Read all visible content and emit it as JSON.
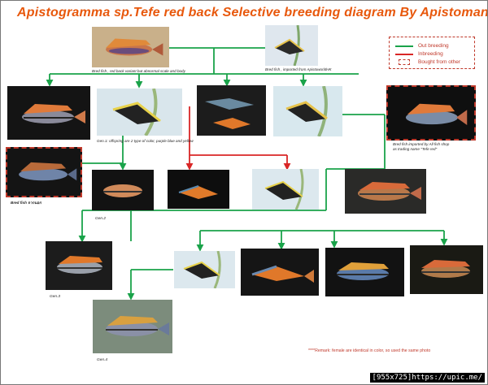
{
  "title": "Apistogramma sp.Tefe red back  Selective breeding diagram By  Apistomania",
  "legend": {
    "items": [
      {
        "label": "Out breeding",
        "color": "#1aa34a",
        "style": "line"
      },
      {
        "label": "Inbreeding",
        "color": "#d92626",
        "style": "line"
      },
      {
        "label": "Bought from other",
        "color": "#c0392b",
        "style": "dashed-box"
      }
    ]
  },
  "captions": {
    "p1": "Bred fish ,  red back variant but abnormal scale and body",
    "p2": "Bred fish ,  imported  from ApistoworldHK",
    "gen1": "Gen.1:  offspring are 2 type of color, purple blue and yellow",
    "p8a": "Bred fish imported  by All fish shop",
    "p8b": "as trading name \"Tefe red\"",
    "p9": "Bred fish จากนอก",
    "gen2": "Gen.2",
    "gen3": "Gen.3",
    "gen4": "Gen.4"
  },
  "remark": "****Remark: female are identical in color,  so used the same photo",
  "watermark": "[955x725]https://upic.me/",
  "colors": {
    "title": "#e8580c",
    "outbreeding": "#1aa34a",
    "inbreeding": "#d92626",
    "bought_border": "#c0392b"
  }
}
